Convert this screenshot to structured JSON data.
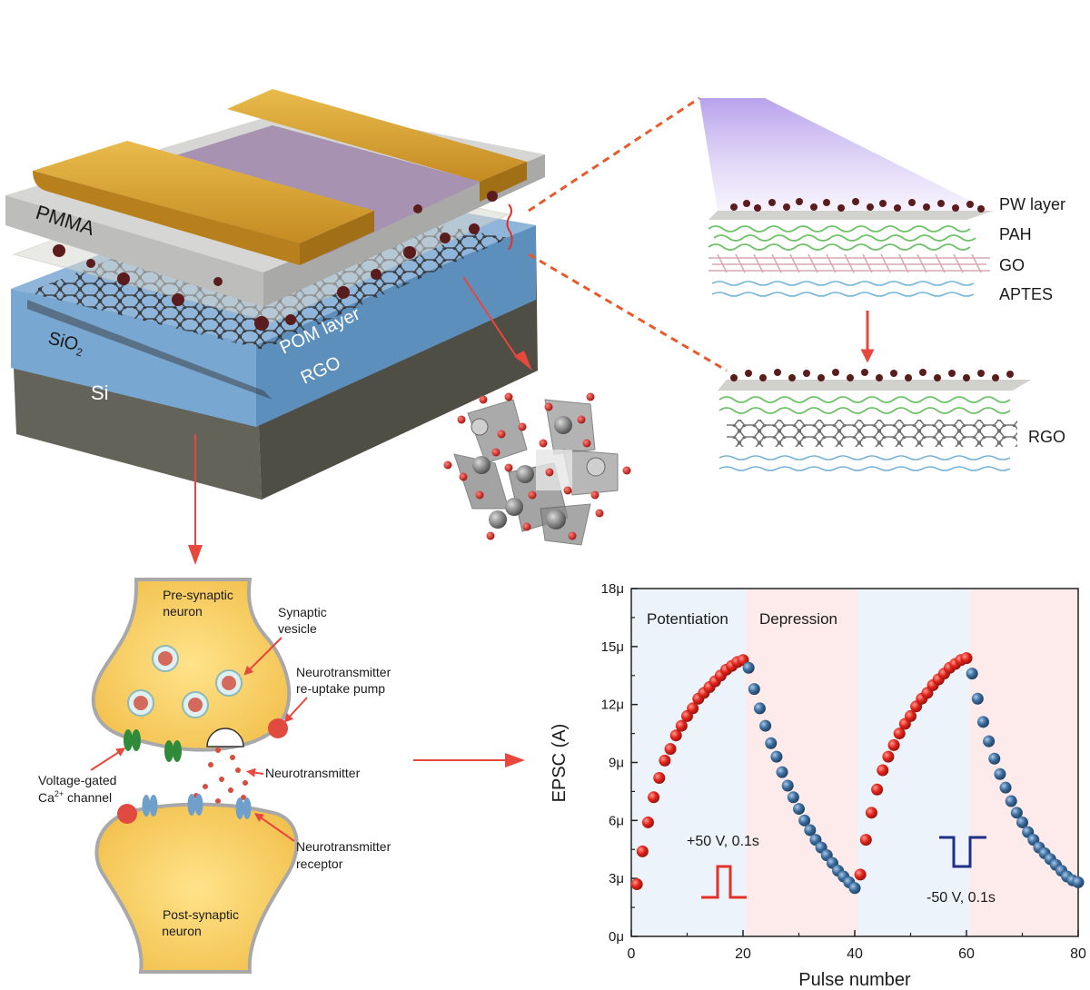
{
  "device": {
    "pmma_label": "PMMA",
    "pom_label": "POM layer",
    "rgo_label": "RGO",
    "sio2_base": "SiO",
    "sio2_sub": "2",
    "si_label": "Si"
  },
  "layers": {
    "pw": "PW layer",
    "pah": "PAH",
    "go": "GO",
    "aptes": "APTES",
    "rgo": "RGO"
  },
  "synapse": {
    "pre_line1": "Pre-synaptic",
    "pre_line2": "neuron",
    "vesicle_line1": "Synaptic",
    "vesicle_line2": "vesicle",
    "pump_line1": "Neurotransmitter",
    "pump_line2": "re-uptake pump",
    "neurotransmitter": "Neurotransmitter",
    "ca_line1": "Voltage-gated",
    "ca_prefix": "Ca",
    "ca_sup": "2+",
    "ca_suffix": " channel",
    "receptor_line1": "Neurotransmitter",
    "receptor_line2": "receptor",
    "post_line1": "Post-synaptic",
    "post_line2": "neuron"
  },
  "colors": {
    "gold": "#d9a536",
    "purple": "#a892b2",
    "pmma": "#c9c9c9",
    "sio2": "#78a8d2",
    "si": "#6b6a5f",
    "potentiation": "#e23129",
    "depression": "#3d6f9e",
    "arrow": "#e8473e"
  },
  "chart_data": {
    "type": "scatter",
    "xlabel": "Pulse number",
    "ylabel": "EPSC (A)",
    "xlim": [
      0,
      80
    ],
    "ylim": [
      0,
      18
    ],
    "x_ticks": [
      "0",
      "20",
      "40",
      "60",
      "80"
    ],
    "y_ticks": [
      "0μ",
      "3μ",
      "6μ",
      "9μ",
      "12μ",
      "15μ",
      "18μ"
    ],
    "region_labels": [
      "Potentiation",
      "Depression"
    ],
    "regions": [
      {
        "from": 0,
        "to": 20.5,
        "kind": "potentiation"
      },
      {
        "from": 20.5,
        "to": 40.5,
        "kind": "depression"
      },
      {
        "from": 40.5,
        "to": 60.5,
        "kind": "potentiation"
      },
      {
        "from": 60.5,
        "to": 80,
        "kind": "depression"
      }
    ],
    "annotations": {
      "positive_pulse": "+50 V, 0.1s",
      "negative_pulse": "-50 V, 0.1s"
    },
    "series": [
      {
        "name": "",
        "color": "#e23129",
        "x": [
          1,
          2,
          3,
          4,
          5,
          6,
          7,
          8,
          9,
          10,
          11,
          12,
          13,
          14,
          15,
          16,
          17,
          18,
          19,
          20
        ],
        "y": [
          2.7,
          4.4,
          5.9,
          7.2,
          8.2,
          9.1,
          9.7,
          10.4,
          10.9,
          11.4,
          11.8,
          12.3,
          12.6,
          12.9,
          13.2,
          13.5,
          13.8,
          14.0,
          14.2,
          14.3
        ]
      },
      {
        "name": "",
        "color": "#3d6f9e",
        "x": [
          21,
          22,
          23,
          24,
          25,
          26,
          27,
          28,
          29,
          30,
          31,
          32,
          33,
          34,
          35,
          36,
          37,
          38,
          39,
          40
        ],
        "y": [
          13.9,
          12.8,
          11.8,
          10.9,
          10.0,
          9.3,
          8.5,
          7.8,
          7.2,
          6.6,
          6.0,
          5.5,
          5.0,
          4.6,
          4.2,
          3.8,
          3.4,
          3.1,
          2.8,
          2.5
        ]
      },
      {
        "name": "",
        "color": "#e23129",
        "x": [
          41,
          42,
          43,
          44,
          45,
          46,
          47,
          48,
          49,
          50,
          51,
          52,
          53,
          54,
          55,
          56,
          57,
          58,
          59,
          60
        ],
        "y": [
          3.2,
          5.0,
          6.4,
          7.6,
          8.6,
          9.3,
          9.9,
          10.5,
          11.0,
          11.4,
          11.9,
          12.3,
          12.6,
          13.0,
          13.3,
          13.6,
          13.9,
          14.1,
          14.3,
          14.4
        ]
      },
      {
        "name": "",
        "color": "#3d6f9e",
        "x": [
          61,
          62,
          63,
          64,
          65,
          66,
          67,
          68,
          69,
          70,
          71,
          72,
          73,
          74,
          75,
          76,
          77,
          78,
          79,
          80
        ],
        "y": [
          13.6,
          12.3,
          11.1,
          10.1,
          9.2,
          8.4,
          7.7,
          7.0,
          6.4,
          5.9,
          5.4,
          5.0,
          4.6,
          4.3,
          4.0,
          3.7,
          3.4,
          3.1,
          2.9,
          2.8
        ]
      }
    ]
  }
}
